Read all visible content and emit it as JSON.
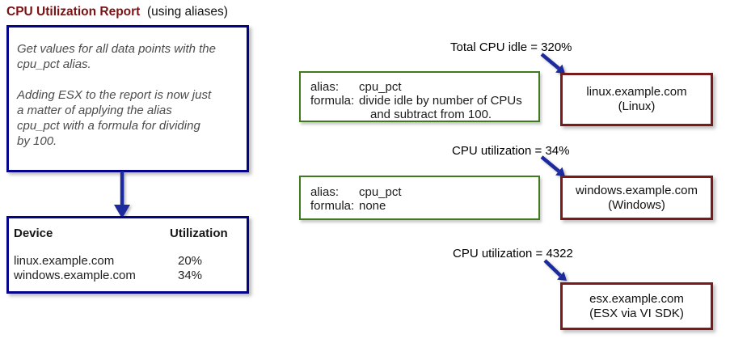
{
  "header": {
    "title": "CPU Utilization Report",
    "subtitle": "(using aliases)"
  },
  "note_box": {
    "paragraph1": "Get values for all data points with the\ncpu_pct alias.",
    "paragraph2": "Adding ESX to the report is now just\na matter of applying the alias\ncpu_pct with a formula for dividing\nby 100."
  },
  "report_table": {
    "headers": {
      "device": "Device",
      "utilization": "Utilization"
    },
    "rows": [
      {
        "device": "linux.example.com",
        "utilization": "20%"
      },
      {
        "device": "windows.example.com",
        "utilization": "34%"
      }
    ]
  },
  "alias_boxes": [
    {
      "alias_label": "alias:",
      "alias_value": "cpu_pct",
      "formula_label": "formula:",
      "formula_value": "divide idle by number of CPUs",
      "formula_value_line2": "and subtract from 100."
    },
    {
      "alias_label": "alias:",
      "alias_value": "cpu_pct",
      "formula_label": "formula:",
      "formula_value": "none"
    }
  ],
  "devices": [
    {
      "callout": "Total CPU idle = 320%",
      "name": "linux.example.com",
      "platform": "(Linux)"
    },
    {
      "callout": "CPU utilization = 34%",
      "name": "windows.example.com",
      "platform": "(Windows)"
    },
    {
      "callout": "CPU utilization = 4322",
      "name": "esx.example.com",
      "platform": "(ESX via VI SDK)"
    }
  ],
  "colors": {
    "title_maroon": "#7b1113",
    "navy_border": "#04048a",
    "green_border": "#3f7a1d",
    "maroon_border": "#7a1a1a",
    "arrow_blue": "#1c2a9e"
  }
}
